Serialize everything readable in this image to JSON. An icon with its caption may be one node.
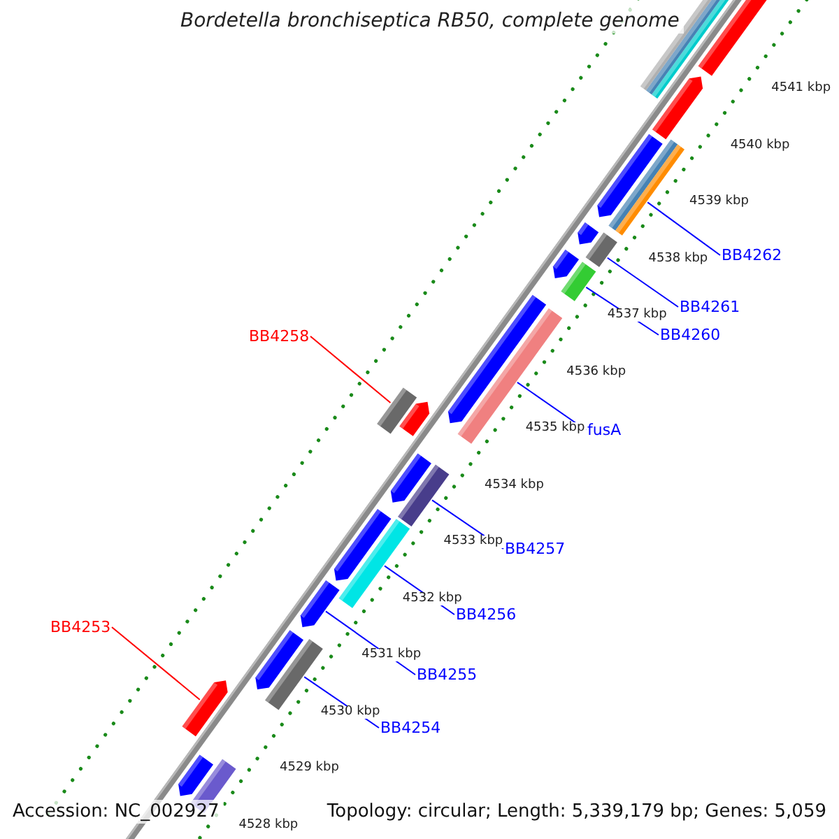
{
  "diagram": {
    "title": "Bordetella bronchiseptica RB50, complete genome",
    "nodes": [
      {
        "text": [
          "BB4262"
        ]
      },
      {
        "text": [
          "BB4261"
        ]
      },
      {
        "text": [
          "BB4260"
        ]
      },
      {
        "text": [
          "BB4258"
        ]
      },
      {
        "text": [
          "fusA"
        ]
      },
      {
        "text": [
          "BB4257"
        ]
      },
      {
        "text": [
          "BB4256"
        ]
      },
      {
        "text": [
          "BB4255"
        ]
      },
      {
        "text": [
          "BB4253"
        ]
      },
      {
        "text": [
          "BB4254"
        ]
      },
      {
        "text": [],
        "shape": "pentagon"
      },
      {
        "text": [],
        "shape": "pentagon"
      },
      {
        "text": [],
        "shape": "pentagon"
      },
      {
        "text": [],
        "shape": "pentagon"
      },
      {
        "text": [],
        "shape": "pentagon"
      },
      {
        "text": [],
        "shape": "pentagon"
      },
      {
        "text": [],
        "shape": "pentagon"
      },
      {
        "text": [],
        "shape": "pentagon"
      },
      {
        "text": [],
        "shape": "pentagon"
      },
      {
        "text": [],
        "shape": "pentagon"
      },
      {
        "text": [],
        "shape": "pentagon"
      },
      {
        "text": [],
        "shape": "bar"
      },
      {
        "text": [],
        "shape": "bar"
      },
      {
        "text": [],
        "shape": "bar"
      },
      {
        "text": [],
        "shape": "bar"
      },
      {
        "text": [],
        "shape": "bar"
      },
      {
        "text": [],
        "shape": "bar"
      },
      {
        "text": [],
        "shape": "bar"
      },
      {
        "text": [],
        "shape": "bar"
      },
      {
        "text": [],
        "shape": "bar"
      },
      {
        "text": [],
        "shape": "pentagon"
      },
      {
        "text": [],
        "shape": "pentagon"
      },
      {
        "text": [],
        "shape": "bar"
      },
      {
        "text": [],
        "shape": "bar"
      },
      {
        "text": [],
        "shape": "bar"
      },
      {
        "text": [],
        "shape": "bar"
      }
    ],
    "edges": [
      {
        "from": 0,
        "to": 29,
        "arrow": "none"
      },
      {
        "from": 1,
        "to": 27,
        "arrow": "none"
      },
      {
        "from": 2,
        "to": 26,
        "arrow": "none"
      },
      {
        "from": 3,
        "to": 32,
        "arrow": "none",
        "color": "#ff0000"
      },
      {
        "from": 4,
        "to": 25,
        "arrow": "none"
      },
      {
        "from": 5,
        "to": 24,
        "arrow": "none"
      },
      {
        "from": 6,
        "to": 23,
        "arrow": "none"
      },
      {
        "from": 7,
        "to": 12,
        "arrow": "none"
      },
      {
        "from": 8,
        "to": 30,
        "arrow": "none",
        "color": "#ff0000"
      },
      {
        "from": 9,
        "to": 22,
        "arrow": "none"
      }
    ],
    "labels": [
      "4541 kbp",
      "4540 kbp",
      "4539 kbp",
      "4538 kbp",
      "4537 kbp",
      "4536 kbp",
      "4535 kbp",
      "4534 kbp",
      "4533 kbp",
      "4532 kbp",
      "4531 kbp",
      "4530 kbp",
      "4529 kbp",
      "4528 kbp",
      "Accession: NC_002927",
      "Topology: circular; Length: 5,339,179 bp; Genes: 5,059"
    ]
  }
}
